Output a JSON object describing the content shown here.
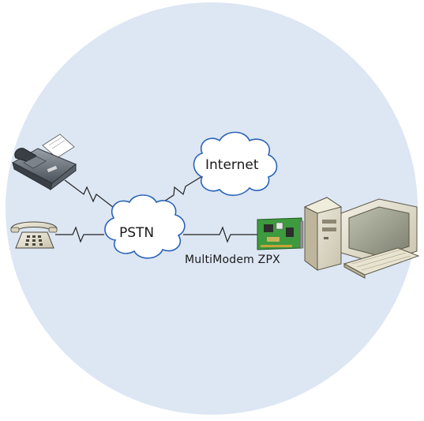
{
  "nodes": {
    "pstn": {
      "label": "PSTN"
    },
    "internet": {
      "label": "Internet"
    },
    "modem": {
      "label": "MultiModem ZPX"
    },
    "fax": {
      "icon": "fax-machine-icon"
    },
    "phone": {
      "icon": "telephone-icon"
    },
    "computer": {
      "icon": "desktop-computer-icon"
    }
  },
  "colors": {
    "background_circle": "#dde6f3",
    "cloud_fill": "#ffffff",
    "cloud_stroke": "#2a63b8",
    "line": "#222222",
    "card_green": "#3e9a3e"
  }
}
